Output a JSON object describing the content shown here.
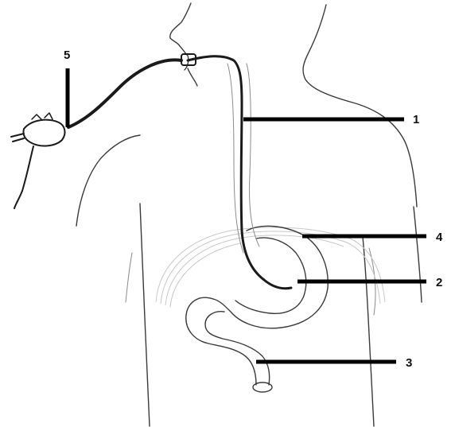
{
  "callouts": [
    {
      "id": "1",
      "label": "1"
    },
    {
      "id": "2",
      "label": "2"
    },
    {
      "id": "3",
      "label": "3"
    },
    {
      "id": "4",
      "label": "4"
    },
    {
      "id": "5",
      "label": "5"
    }
  ],
  "colors": {
    "ink": "#000000",
    "sketch": "#3a3a3a",
    "background": "#ffffff"
  }
}
